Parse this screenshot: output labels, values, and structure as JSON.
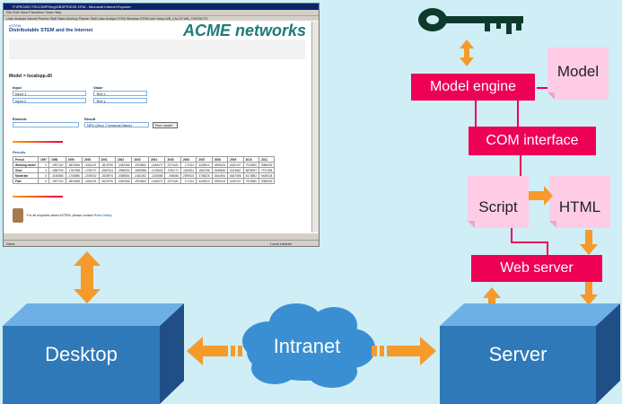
{
  "nodes": {
    "model_engine": "Model engine",
    "model": "Model",
    "com_interface": "COM interface",
    "script": "Script",
    "html": "HTML",
    "web_server": "Web server",
    "desktop": "Desktop",
    "server": "Server",
    "intranet": "Intranet"
  },
  "browser": {
    "title": "P:\\PROJECTS\\COMPS\\eg\\OBSPS\\EXE.HTM - Microsoft Internet Explorer",
    "menu": "File  Edit  View  Favorites  Tools  Help",
    "links": "Links  Analysis Internet  Planner  Staff  Tasks  Desktop Planner  Staff Links  Analyst STEM  Windows STEM Line Setup  WB_CALCS  WB_CONTACTS",
    "status": "Done",
    "zone": "Local intranet",
    "brand_small": "eSTEM",
    "brand_sub": "Distributable STEM and the Internet",
    "brand_logo": "ACME networks",
    "model_label": "Model = localopp.dll",
    "input_header": "Input",
    "value_header": "Value",
    "input1": "Input 1",
    "input1_value": "Text x",
    "input2": "Input 2",
    "input2_value": "Text y",
    "element_header": "Element",
    "result_header": "Result",
    "result_value": "NPV (Zero 7 terminal Value)",
    "run_button": "Run model",
    "results_title": "Results",
    "footer_text": "For all enquiries about eSTEM, please contact",
    "footer_contact": "Robin Bailey"
  },
  "results_table": {
    "header": [
      "Period",
      "1997",
      "1998",
      "1999",
      "2000",
      "2001",
      "2002",
      "2003",
      "2004",
      "2005",
      "2006",
      "2007",
      "2008",
      "2009",
      "2010",
      "2011"
    ],
    "rows": [
      [
        "Working model",
        "0",
        "-1957102",
        "-3823636",
        "-3434191",
        "-3619790",
        "-3452366",
        "-2903600",
        "-1464472",
        "2374181",
        "171311",
        "3428313",
        "4990423",
        "6420107",
        "7910550",
        "9086933"
      ],
      [
        "Slow",
        "0",
        "-1580790",
        "-1787638",
        "-1705727",
        "-2687614",
        "-2596391",
        "-2682958",
        "-1478633",
        "4781171",
        "1042811",
        "1824758",
        "2548653",
        "6314687",
        "6878097",
        "7971454"
      ],
      [
        "Moderate",
        "0",
        "-1150585",
        "-1708980",
        "-2378002",
        "-2528974",
        "-3385554",
        "-2461262",
        "-1150586",
        "265086",
        "2399022",
        "3758226",
        "5344591",
        "6847598",
        "8173892",
        "9439024"
      ],
      [
        "Fast",
        "0",
        "-1957102",
        "-3823636",
        "-3434191",
        "-3619790",
        "-3452366",
        "-2903600",
        "-1464472",
        "2374181",
        "171311",
        "3428313",
        "4990423",
        "6420107",
        "7910550",
        "9086933"
      ]
    ]
  },
  "colors": {
    "background": "#cfeef6",
    "red_box": "#ee0055",
    "pink_box": "#ffcce6",
    "arrow": "#f59a2b",
    "cube_front": "#2f79b8",
    "cube_top": "#6db0e6",
    "cube_side": "#1f4f86",
    "cloud": "#3a8fd2"
  },
  "icons": [
    "key-icon",
    "cloud-icon"
  ]
}
